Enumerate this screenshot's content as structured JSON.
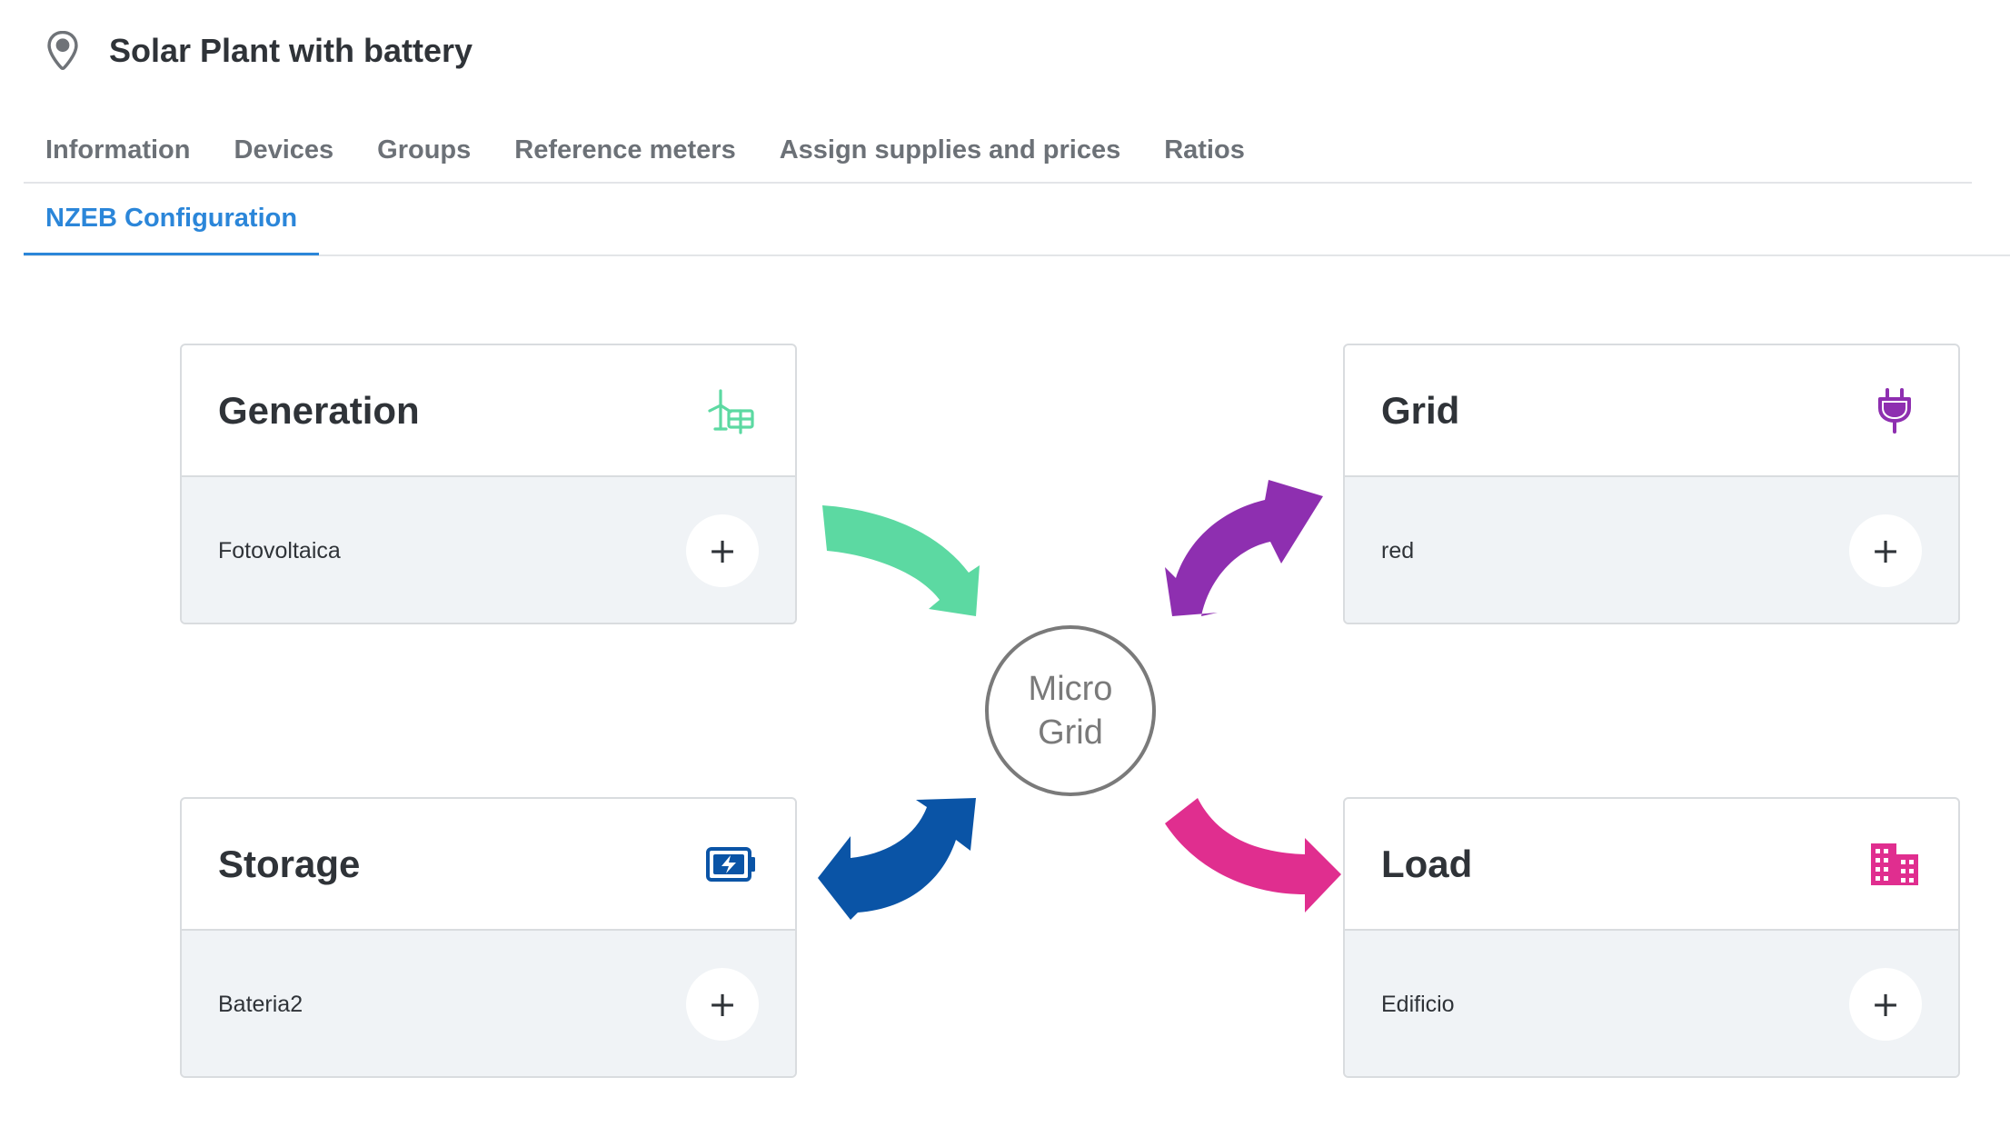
{
  "header": {
    "title": "Solar Plant with battery",
    "icon": "location-pin-icon"
  },
  "tabs": [
    {
      "label": "Information",
      "active": false
    },
    {
      "label": "Devices",
      "active": false
    },
    {
      "label": "Groups",
      "active": false
    },
    {
      "label": "Reference meters",
      "active": false
    },
    {
      "label": "Assign supplies and prices",
      "active": false
    },
    {
      "label": "Ratios",
      "active": false
    },
    {
      "label": "NZEB Configuration",
      "active": true
    }
  ],
  "center": {
    "line1": "Micro",
    "line2": "Grid"
  },
  "cards": {
    "generation": {
      "title": "Generation",
      "item": "Fotovoltaica",
      "icon": "wind-solar-icon",
      "color": "#5cd9a2",
      "add": "+"
    },
    "grid": {
      "title": "Grid",
      "item": "red",
      "icon": "plug-icon",
      "color": "#8e2fb0",
      "add": "+"
    },
    "storage": {
      "title": "Storage",
      "item": "Bateria2",
      "icon": "battery-charging-icon",
      "color": "#0a54a6",
      "add": "+"
    },
    "load": {
      "title": "Load",
      "item": "Edificio",
      "icon": "building-icon",
      "color": "#e02e8f",
      "add": "+"
    }
  },
  "colors": {
    "accent": "#2b86d9",
    "generation_arrow": "#5cd9a2",
    "grid_arrow": "#8e2fb0",
    "storage_arrow": "#0a54a6",
    "load_arrow": "#e02e8f"
  }
}
